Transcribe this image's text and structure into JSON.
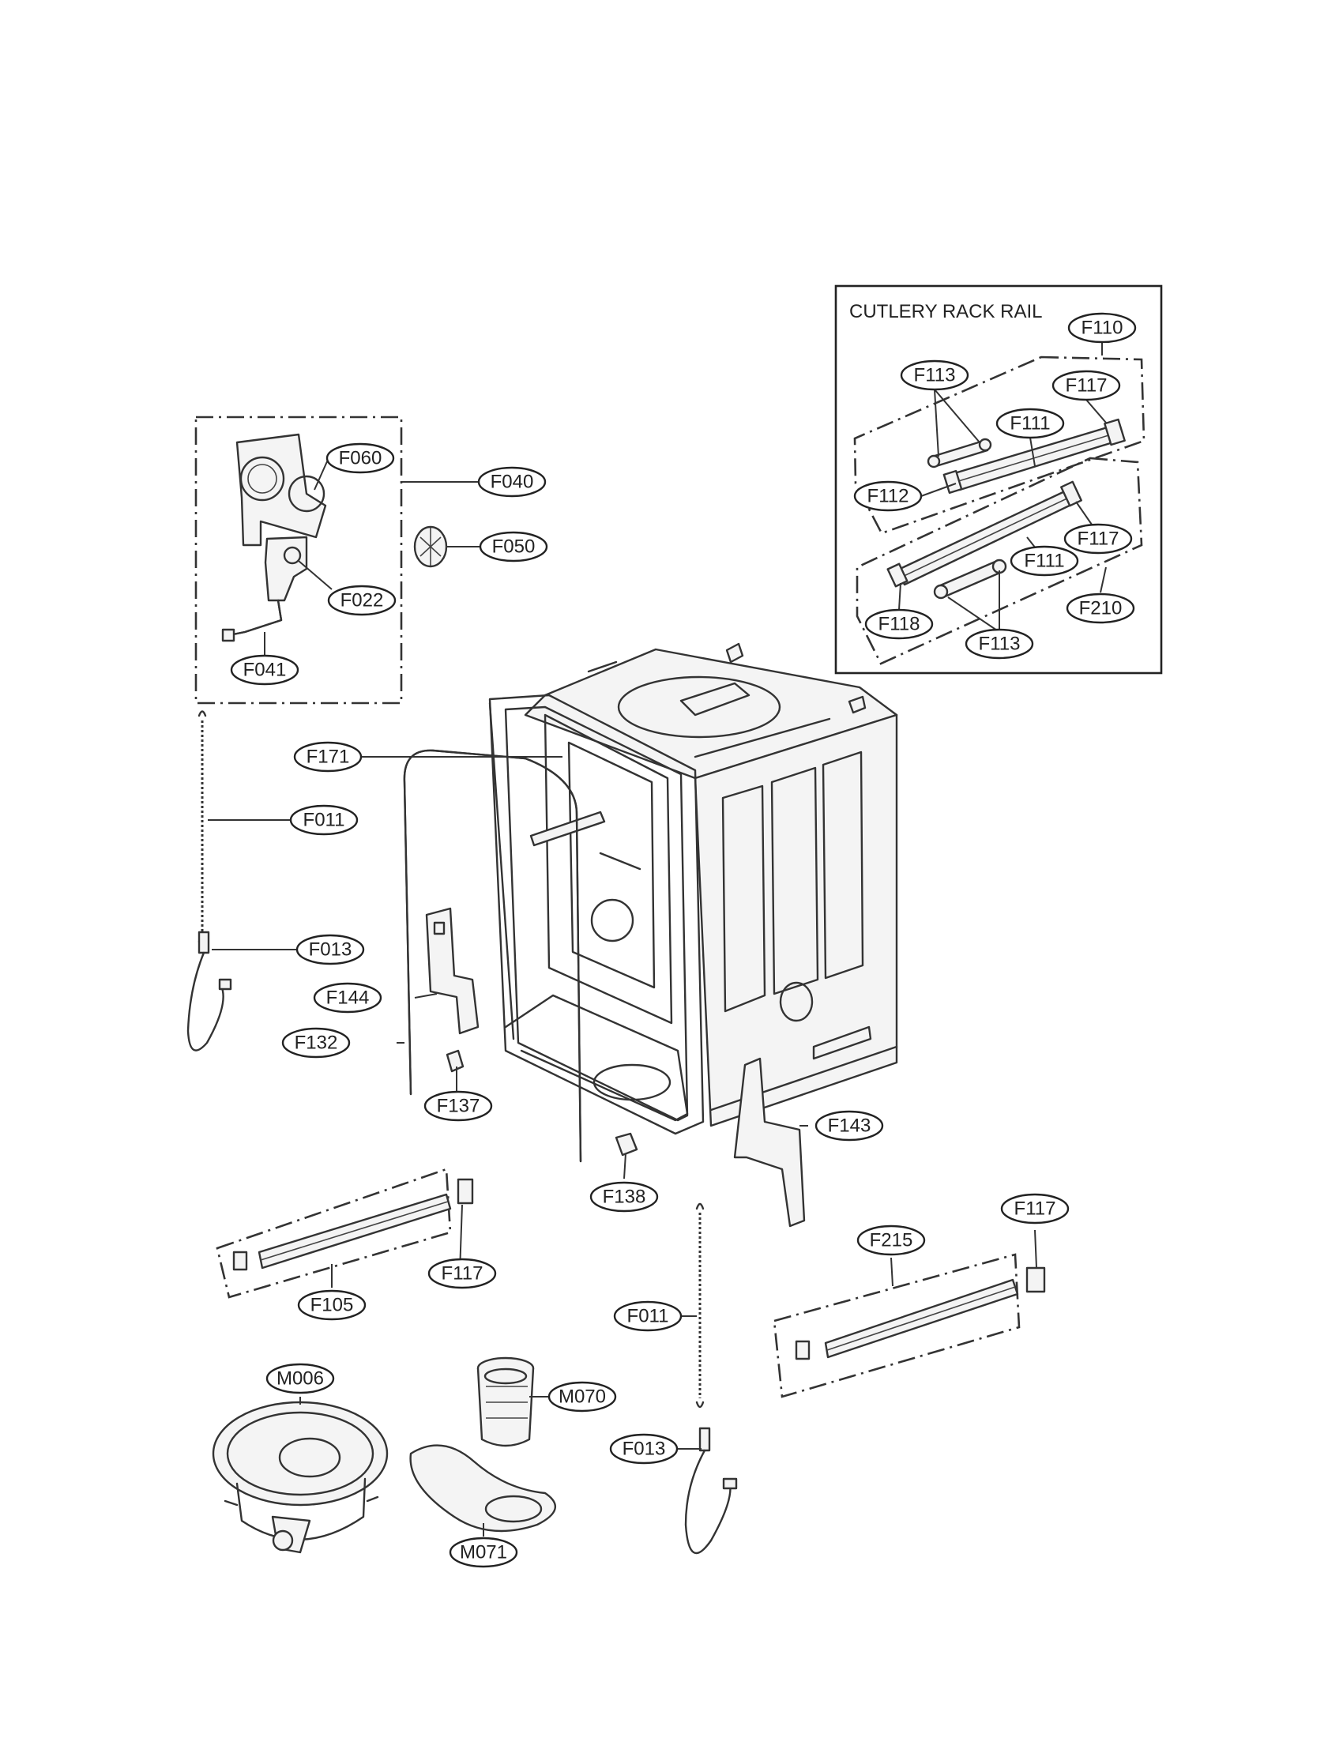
{
  "inset": {
    "title": "CUTLERY RACK RAIL"
  },
  "labels": {
    "f110": "F110",
    "f113_a": "F113",
    "f117_a": "F117",
    "f111_a": "F111",
    "f112": "F112",
    "f117_b": "F117",
    "f111_b": "F111",
    "f210": "F210",
    "f118": "F118",
    "f113_b": "F113",
    "f060": "F060",
    "f040": "F040",
    "f050": "F050",
    "f022": "F022",
    "f041": "F041",
    "f171": "F171",
    "f011_a": "F011",
    "f013_a": "F013",
    "f144": "F144",
    "f132": "F132",
    "f137": "F137",
    "f143": "F143",
    "f138": "F138",
    "f105": "F105",
    "f117_c": "F117",
    "f215": "F215",
    "f117_d": "F117",
    "f011_b": "F011",
    "m006": "M006",
    "m070": "M070",
    "m071": "M071",
    "f013_b": "F013"
  }
}
